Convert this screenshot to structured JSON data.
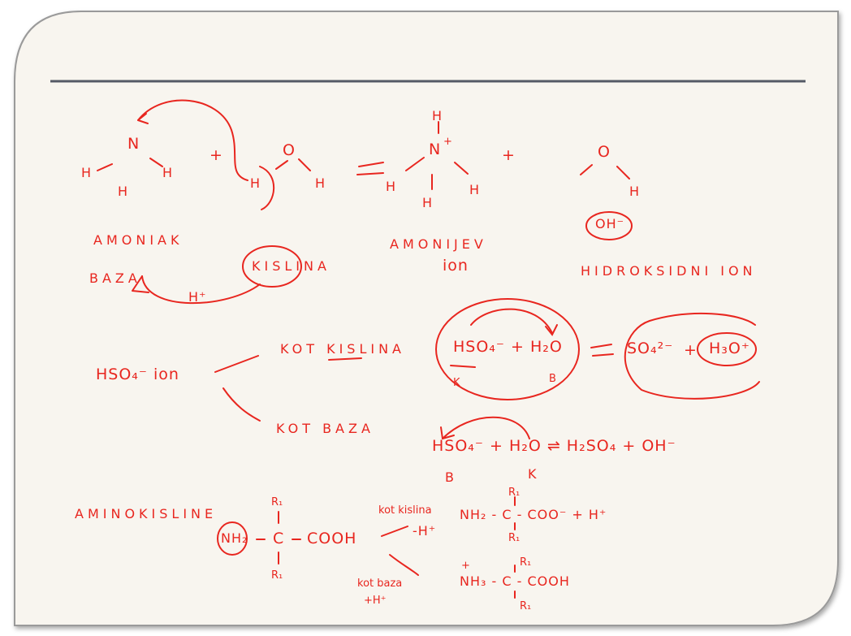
{
  "colors": {
    "ink": "#e8261f",
    "slide_bg": "#f8f5ef",
    "divider": "#555a66",
    "frame": "#9a9a9a"
  },
  "ammonia": {
    "n": "N",
    "h": "H",
    "plus": "+",
    "o": "O"
  },
  "labels": {
    "amoniak": "AMONIAK",
    "amonijev_ion_1": "AMONIJEV",
    "amonijev_ion_2": "ion",
    "hidroksidni_ion": "HIDROKSIDNI ION",
    "oh_minus": "OH⁻",
    "baza": "BAZA",
    "kislina_circled": "KISLINA",
    "h_plus": "H⁺"
  },
  "hso4": {
    "ion": "HSO₄⁻ ion",
    "kot_kislina": "KOT KISLINA",
    "kot_baza": "KOT BAZA",
    "eq1_left": "HSO₄⁻ + H₂O",
    "eq1_right_a": "SO₄²⁻",
    "eq1_plus": "+",
    "eq1_right_b": "H₃O⁺",
    "mark_k": "K",
    "mark_b": "B",
    "eq2": "HSO₄⁻ + H₂O ⇌ H₂SO₄ + OH⁻",
    "mark_b2": "B",
    "mark_k2": "K"
  },
  "amino": {
    "title": "AMINOKISLINE",
    "nh2": "NH₂",
    "c": "C",
    "cooh": "COOH",
    "r1": "R₁",
    "kot_kislina": "kot kislina",
    "minus_h": "-H⁺",
    "kot_baza": "kot baza",
    "plus_h": "+H⁺",
    "anion": "NH₂ - C - COO⁻ + H⁺",
    "cation": "NH₃ - C - COOH",
    "plus_sign": "+"
  }
}
